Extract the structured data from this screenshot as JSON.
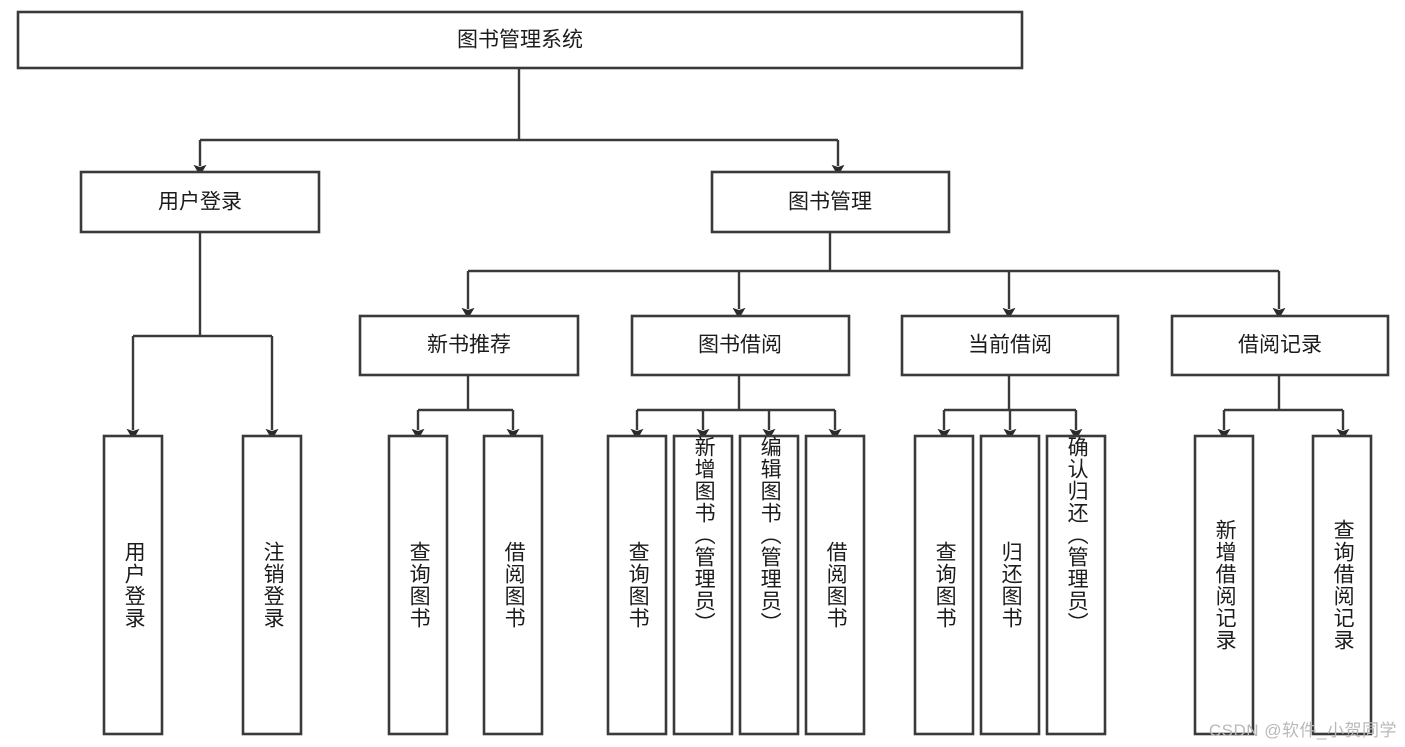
{
  "diagram": {
    "type": "tree-hierarchy",
    "title": "图书管理系统",
    "root": {
      "label": "图书管理系统",
      "level": 0
    },
    "level1": [
      {
        "label": "用户登录"
      },
      {
        "label": "图书管理"
      }
    ],
    "level2": [
      {
        "label": "新书推荐",
        "parent": "图书管理"
      },
      {
        "label": "图书借阅",
        "parent": "图书管理"
      },
      {
        "label": "当前借阅",
        "parent": "图书管理"
      },
      {
        "label": "借阅记录",
        "parent": "图书管理"
      }
    ],
    "leaves": {
      "user_login": [
        {
          "label": "用户登录"
        },
        {
          "label": "注销登录"
        }
      ],
      "new_book_recommend": [
        {
          "label": "查询图书"
        },
        {
          "label": "借阅图书"
        }
      ],
      "book_borrow": [
        {
          "label": "查询图书"
        },
        {
          "label": "新增图书（管理员）"
        },
        {
          "label": "编辑图书（管理员）"
        },
        {
          "label": "借阅图书"
        }
      ],
      "current_borrow": [
        {
          "label": "查询图书"
        },
        {
          "label": "归还图书"
        },
        {
          "label": "确认归还（管理员）"
        }
      ],
      "borrow_record": [
        {
          "label": "新增借阅记录"
        },
        {
          "label": "查询借阅记录"
        }
      ]
    }
  },
  "watermark": {
    "text": "CSDN @软件_小贺同学"
  },
  "colors": {
    "box_stroke": "#3a3a3a",
    "box_fill": "#ffffff",
    "text": "#1c1c1c",
    "connector": "#3a3a3a",
    "watermark": "#b9b9b9",
    "background": "#ffffff"
  }
}
